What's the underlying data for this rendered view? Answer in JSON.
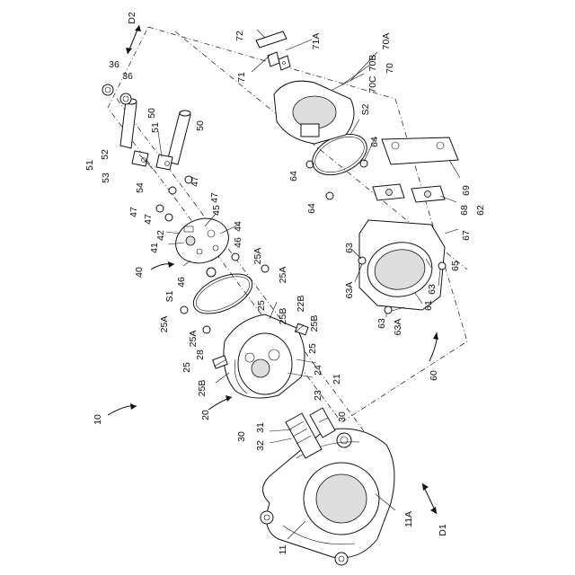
{
  "diagram": {
    "labels": [
      {
        "id": "lbl-d2",
        "text": "D2"
      },
      {
        "id": "lbl-36a",
        "text": "36"
      },
      {
        "id": "lbl-36b",
        "text": "36"
      },
      {
        "id": "lbl-50a",
        "text": "50"
      },
      {
        "id": "lbl-50b",
        "text": "50"
      },
      {
        "id": "lbl-51a",
        "text": "51"
      },
      {
        "id": "lbl-51b",
        "text": "51"
      },
      {
        "id": "lbl-52",
        "text": "52"
      },
      {
        "id": "lbl-53",
        "text": "53"
      },
      {
        "id": "lbl-54",
        "text": "54"
      },
      {
        "id": "lbl-47a",
        "text": "47"
      },
      {
        "id": "lbl-47b",
        "text": "47"
      },
      {
        "id": "lbl-47c",
        "text": "47"
      },
      {
        "id": "lbl-47d",
        "text": "47"
      },
      {
        "id": "lbl-45",
        "text": "45"
      },
      {
        "id": "lbl-42",
        "text": "42"
      },
      {
        "id": "lbl-44",
        "text": "44"
      },
      {
        "id": "lbl-41",
        "text": "41"
      },
      {
        "id": "lbl-46a",
        "text": "46"
      },
      {
        "id": "lbl-46b",
        "text": "46"
      },
      {
        "id": "lbl-40",
        "text": "40"
      },
      {
        "id": "lbl-25a1",
        "text": "25A"
      },
      {
        "id": "lbl-25a2",
        "text": "25A"
      },
      {
        "id": "lbl-25a3",
        "text": "25A"
      },
      {
        "id": "lbl-25a4",
        "text": "25A"
      },
      {
        "id": "lbl-s1",
        "text": "S1"
      },
      {
        "id": "lbl-25x",
        "text": "25"
      },
      {
        "id": "lbl-25b1",
        "text": "25B"
      },
      {
        "id": "lbl-22b",
        "text": "22B"
      },
      {
        "id": "lbl-25b2",
        "text": "25B"
      },
      {
        "id": "lbl-25y",
        "text": "25"
      },
      {
        "id": "lbl-28",
        "text": "28"
      },
      {
        "id": "lbl-25z",
        "text": "25"
      },
      {
        "id": "lbl-25b3",
        "text": "25B"
      },
      {
        "id": "lbl-24",
        "text": "24"
      },
      {
        "id": "lbl-23",
        "text": "23"
      },
      {
        "id": "lbl-21",
        "text": "21"
      },
      {
        "id": "lbl-20",
        "text": "20"
      },
      {
        "id": "lbl-10",
        "text": "10"
      },
      {
        "id": "lbl-30a",
        "text": "30"
      },
      {
        "id": "lbl-31",
        "text": "31"
      },
      {
        "id": "lbl-30b",
        "text": "30"
      },
      {
        "id": "lbl-32",
        "text": "32"
      },
      {
        "id": "lbl-11",
        "text": "11"
      },
      {
        "id": "lbl-11a",
        "text": "11A"
      },
      {
        "id": "lbl-d1",
        "text": "D1"
      },
      {
        "id": "lbl-72",
        "text": "72"
      },
      {
        "id": "lbl-71a",
        "text": "71A"
      },
      {
        "id": "lbl-71",
        "text": "71"
      },
      {
        "id": "lbl-70a",
        "text": "70A"
      },
      {
        "id": "lbl-70b",
        "text": "70B"
      },
      {
        "id": "lbl-70c",
        "text": "70C"
      },
      {
        "id": "lbl-70",
        "text": "70"
      },
      {
        "id": "lbl-s2",
        "text": "S2"
      },
      {
        "id": "lbl-64a",
        "text": "64"
      },
      {
        "id": "lbl-64b",
        "text": "64"
      },
      {
        "id": "lbl-64c",
        "text": "64"
      },
      {
        "id": "lbl-69",
        "text": "69"
      },
      {
        "id": "lbl-68",
        "text": "68"
      },
      {
        "id": "lbl-62",
        "text": "62"
      },
      {
        "id": "lbl-67",
        "text": "67"
      },
      {
        "id": "lbl-63a",
        "text": "63"
      },
      {
        "id": "lbl-63b",
        "text": "63"
      },
      {
        "id": "lbl-63c",
        "text": "63"
      },
      {
        "id": "lbl-63a1",
        "text": "63A"
      },
      {
        "id": "lbl-63a2",
        "text": "63A"
      },
      {
        "id": "lbl-65",
        "text": "65"
      },
      {
        "id": "lbl-61",
        "text": "61"
      },
      {
        "id": "lbl-60",
        "text": "60"
      }
    ]
  }
}
